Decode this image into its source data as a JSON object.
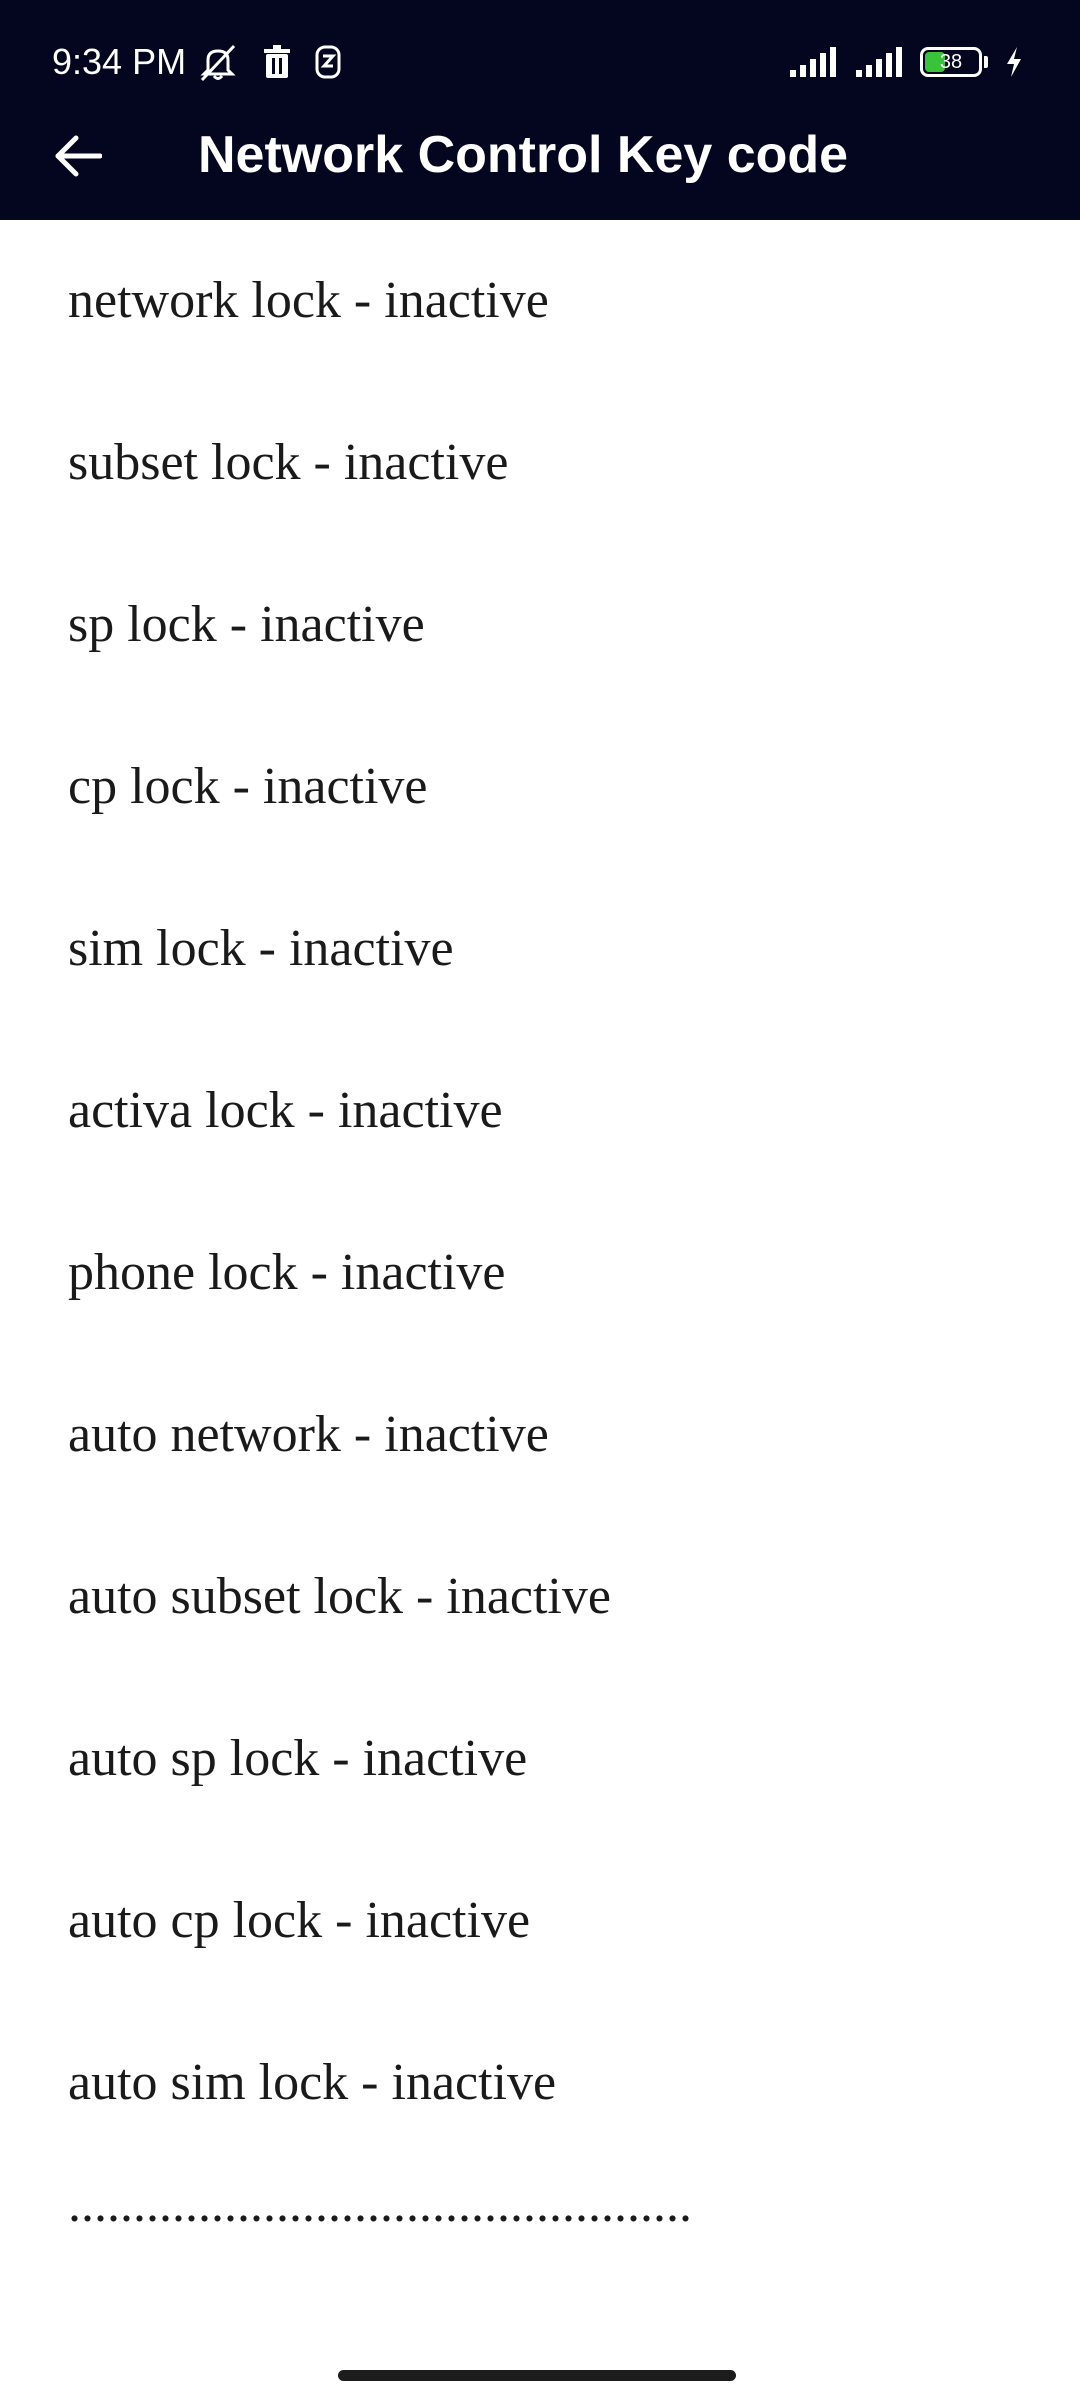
{
  "status_bar": {
    "time": "9:34 PM",
    "battery_level": "38",
    "battery_fraction": 0.38,
    "icons_left": [
      "mute-alarm-icon",
      "trash-icon",
      "app-notification-icon"
    ],
    "icons_right": [
      "signal-icon",
      "signal-icon",
      "battery-icon",
      "charging-icon"
    ]
  },
  "app_bar": {
    "back_icon": "arrow-left-icon",
    "title": "Network Control Key code"
  },
  "lock_items": [
    "network lock - inactive",
    "subset lock - inactive",
    "sp lock - inactive",
    "cp lock - inactive",
    "sim lock - inactive",
    "activa lock - inactive",
    "phone lock - inactive",
    "auto network - inactive",
    "auto subset lock - inactive",
    "auto sp lock - inactive",
    "auto cp lock - inactive",
    "auto sim lock - inactive"
  ],
  "separator": "................................................",
  "colors": {
    "header_bg": "#03061e",
    "header_text": "#ffffff",
    "battery_fill": "#39c23a",
    "body_text": "#1a1a1a"
  }
}
